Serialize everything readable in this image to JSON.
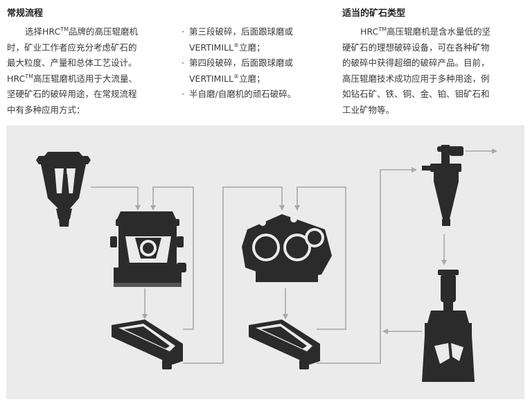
{
  "left_section": {
    "heading": "常规流程",
    "lines": [
      "选择HRC",
      "品牌的高压辊磨机",
      "时，矿业工作者应充分考虑矿石的",
      "最大粒度、产量和总体工艺设计。",
      "HRC",
      "高压辊磨机适用于大流量、",
      "坚硬矿石的破碎用途，在常规流程",
      "中有多种应用方式："
    ],
    "tm": "TM"
  },
  "bullets": [
    {
      "bullet": "·",
      "line1": "第三段破碎，后面跟球磨或",
      "line2a": "VERTIMILL",
      "reg": "®",
      "line2b": "立磨；"
    },
    {
      "bullet": "·",
      "line1": "第四段破碎，后面跟球磨或",
      "line2a": "VERTIMILL",
      "reg": "®",
      "line2b": "立磨；"
    },
    {
      "bullet": "·",
      "line1": "半自磨/自磨机的顽石破碎。"
    }
  ],
  "right_section": {
    "heading": "适当的矿石类型",
    "lines": [
      "HRC",
      "高压辊磨机是含水量低的坚",
      "硬矿石的理想破碎设备，可在各种矿物",
      "的破碎中获得超细的破碎产品。目前，",
      "高压辊磨技术成功应用于多种用途，例",
      "如钻石矿、铁、铜、金、铂、钼矿石和",
      "工业矿物等。"
    ],
    "tm": "TM"
  },
  "colors": {
    "background": "#ebebeb",
    "equipment": "#2b2b2b",
    "flow_line": "#a8a8a8"
  },
  "diagram_icons": [
    "cone-crusher-icon",
    "hrc-high-pressure-grinding-roll-icon",
    "vibrating-screen-icon",
    "roller-press-icon",
    "vibrating-screen-icon",
    "hydrocyclone-icon",
    "vertimill-icon"
  ]
}
